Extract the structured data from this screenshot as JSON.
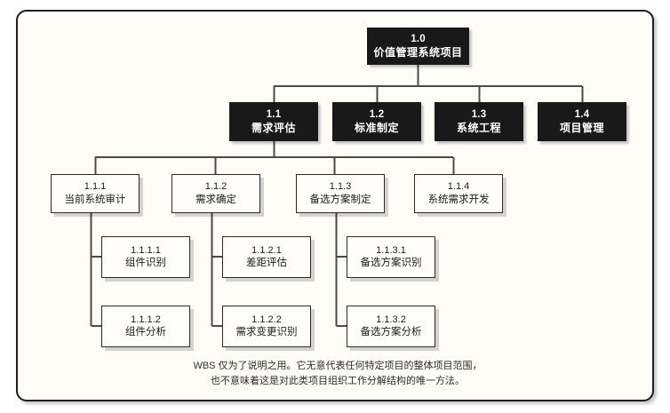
{
  "diagram": {
    "title_code": "1.0",
    "levels": {
      "root": {
        "code": "1.0",
        "name": "价值管理系统项目"
      },
      "level2": [
        {
          "code": "1.1",
          "name": "需求评估"
        },
        {
          "code": "1.2",
          "name": "标准制定"
        },
        {
          "code": "1.3",
          "name": "系统工程"
        },
        {
          "code": "1.4",
          "name": "项目管理"
        }
      ],
      "level3": [
        {
          "code": "1.1.1",
          "name": "当前系统审计"
        },
        {
          "code": "1.1.2",
          "name": "需求确定"
        },
        {
          "code": "1.1.3",
          "name": "备选方案制定"
        },
        {
          "code": "1.1.4",
          "name": "系统需求开发"
        }
      ],
      "level4": [
        {
          "code": "1.1.1.1",
          "name": "组件识别"
        },
        {
          "code": "1.1.1.2",
          "name": "组件分析"
        },
        {
          "code": "1.1.2.1",
          "name": "差距评估"
        },
        {
          "code": "1.1.2.2",
          "name": "需求变更识别"
        },
        {
          "code": "1.1.3.1",
          "name": "备选方案识别"
        },
        {
          "code": "1.1.3.2",
          "name": "备选方案分析"
        }
      ]
    },
    "footnote": {
      "line1": "WBS 仅为了说明之用。它无意代表任何特定项目的整体项目范围，",
      "line2": "也不意味着这是对此类项目组织工作分解结构的唯一方法。"
    },
    "colors": {
      "dark_box": "#191919",
      "dark_text": "#ffffff",
      "light_box": "#fffefa",
      "light_text": "#1b1b1b",
      "frame_border": "#1d1d1d",
      "frame_bg": "#fdfcf7",
      "connector": "#4a4a4a"
    }
  }
}
